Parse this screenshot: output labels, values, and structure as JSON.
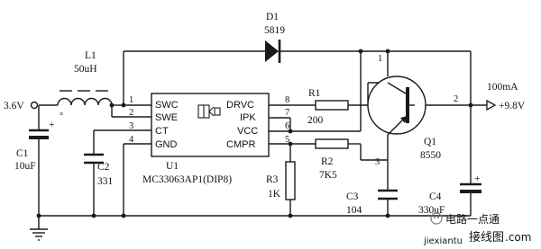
{
  "labels": {
    "d1_ref": "D1",
    "d1_val": "5819",
    "l1_ref": "L1",
    "l1_val": "50uH",
    "vin": "3.6V",
    "c1_plus": "+",
    "c1_ref": "C1",
    "c1_val": "10uF",
    "c2_ref": "C2",
    "c2_val": "331",
    "r1_ref": "R1",
    "r1_val": "200",
    "r2_ref": "R2",
    "r2_val": "7K5",
    "r3_ref": "R3",
    "r3_val": "1K",
    "c3_ref": "C3",
    "c3_val": "104",
    "c4_plus": "+",
    "c4_ref": "C4",
    "c4_val": "330uF",
    "q1_ref": "Q1",
    "q1_val": "8550",
    "iout": "100mA",
    "vout": "+9.8V",
    "u1_ref": "U1",
    "u1_part": "MC33063AP1(DIP8)",
    "swc": "SWC",
    "swe": "SWE",
    "ct": "CT",
    "gnd": "GND",
    "drvc": "DRVC",
    "ipk": "IPK",
    "vcc": "VCC",
    "cmpr": "CMPR",
    "p1": "1",
    "p2": "2",
    "p3": "3",
    "p4": "4",
    "p5": "5",
    "p6": "6",
    "p7": "7",
    "p8": "8",
    "q_b": "1",
    "q_c": "2",
    "q_e": "3",
    "dot_mark": "°"
  },
  "watermark": {
    "line1": "电路一点通",
    "line2": "jiexiantu",
    "line3": "接线图",
    "line4": ".com"
  },
  "colors": {
    "wire": "#1a1a1a",
    "watermark_green": "#2e9e3a",
    "watermark_red": "#d3261f"
  }
}
